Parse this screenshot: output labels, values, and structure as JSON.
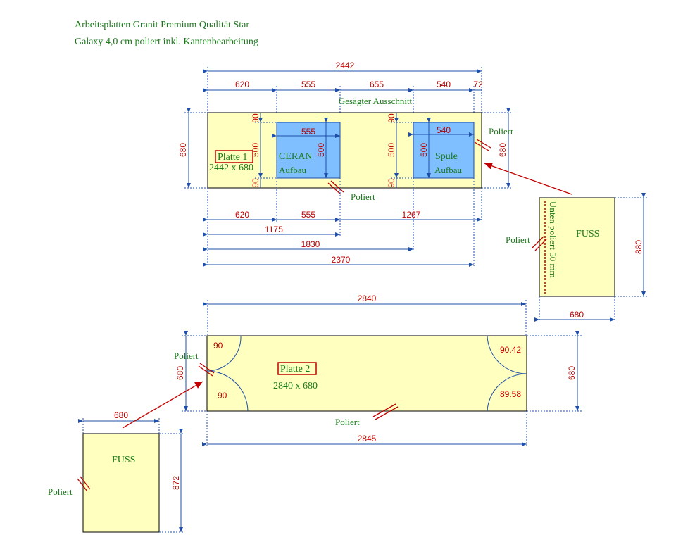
{
  "header": {
    "line1": "Arbeitsplatten Granit Premium Qualität Star",
    "line2": "Galaxy 4,0 cm poliert inkl. Kantenbearbeitung"
  },
  "plate1": {
    "name": "Platte 1",
    "size": "2442 x 680",
    "total_width": "2442",
    "segments": [
      "620",
      "555",
      "655",
      "540",
      "72"
    ],
    "cutout_label": "Gesägter Ausschnitt",
    "ceran_line1": "CERAN",
    "ceran_line2": "Aufbau",
    "ceran_width": "555",
    "ceran_height": "500",
    "sink_line1": "Spule",
    "sink_line2": "Aufbau",
    "sink_width": "540",
    "sink_height": "500",
    "height_left": "680",
    "height_right": "680",
    "margin_top_left": "90",
    "margin_bottom_left": "90",
    "margin_top_right": "90",
    "margin_bottom_right": "90",
    "mid_height_left": "500",
    "mid_height_right": "500",
    "polished_right": "Poliert",
    "polished_bottom": "Poliert",
    "bottom_dims": [
      "620",
      "555",
      "1267"
    ],
    "chain_1175": "1175",
    "chain_1830": "1830",
    "chain_2370": "2370"
  },
  "foot1": {
    "label": "FUSS",
    "note": "Unten poliert 50 mm",
    "polished": "Poliert",
    "width": "680",
    "height": "880"
  },
  "plate2": {
    "name": "Platte 2",
    "size": "2840 x 680",
    "top_width": "2840",
    "bottom_width": "2845",
    "height_left": "680",
    "height_right": "680",
    "radius_tl": "90",
    "radius_bl": "90",
    "radius_tr": "90.42",
    "radius_br": "89.58",
    "polished_left": "Poliert",
    "polished_bottom": "Poliert"
  },
  "foot2": {
    "label": "FUSS",
    "polished": "Poliert",
    "width": "680",
    "height": "872"
  }
}
